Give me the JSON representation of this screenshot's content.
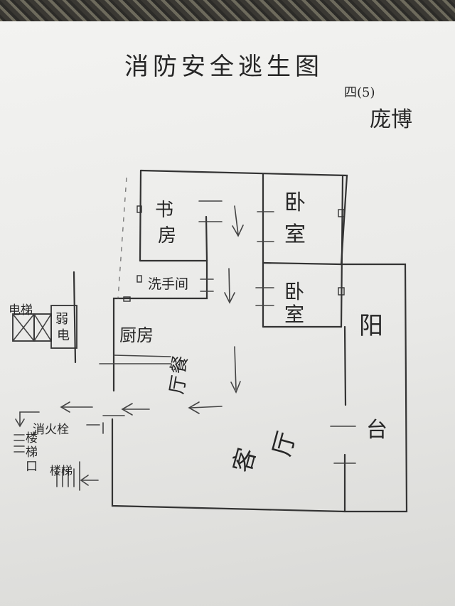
{
  "title": "消防安全逃生图",
  "author": {
    "class": "四(5)",
    "name": "庞博"
  },
  "rooms": {
    "study": [
      "书",
      "房"
    ],
    "bedroom_1": [
      "卧",
      "室"
    ],
    "washroom": "洗手间",
    "bedroom_2": [
      "卧",
      "室"
    ],
    "kitchen": "厨房",
    "restaurant": [
      "餐",
      "厅"
    ],
    "balcony": [
      "阳",
      "台"
    ],
    "living_room": [
      "客",
      "厅"
    ]
  },
  "outside": {
    "elevator": "电梯",
    "weak_current": [
      "弱",
      "电"
    ],
    "hydrant": "消火栓",
    "stair_exit": [
      "楼",
      "梯",
      "口"
    ],
    "stairs": "楼梯"
  },
  "colors": {
    "ink": "#262626",
    "paper": "#eeeeec"
  }
}
